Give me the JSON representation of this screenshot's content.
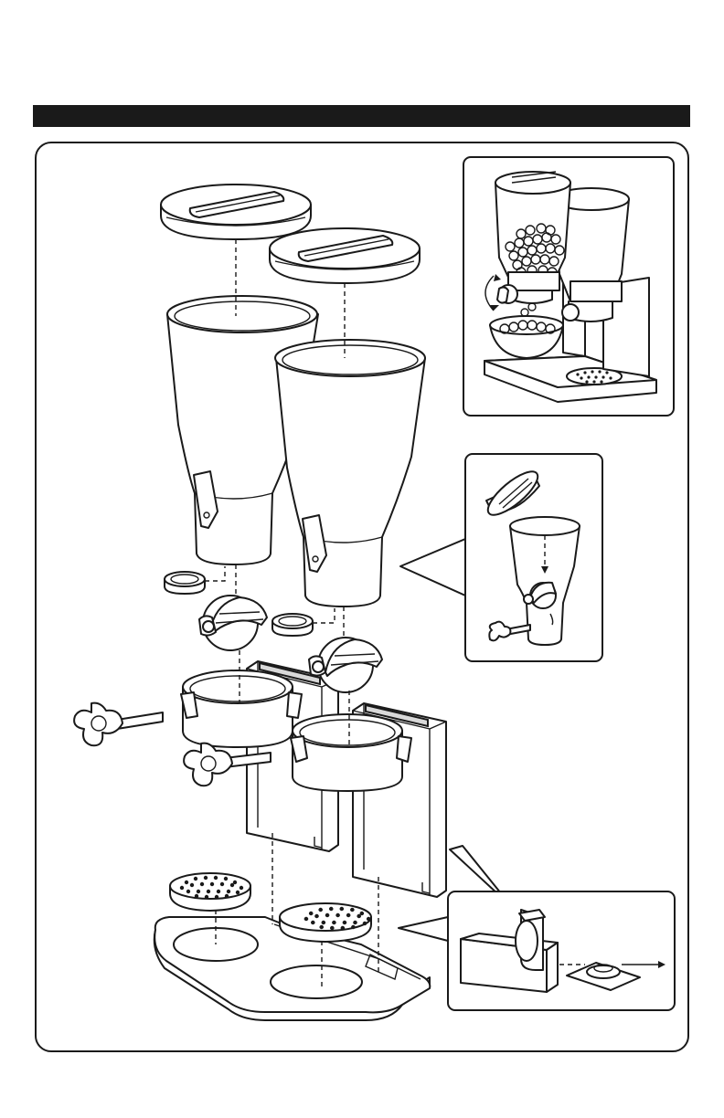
{
  "header": {
    "bar_color": "#1a1a1a"
  },
  "figure": {
    "parts": [
      "lid",
      "lid",
      "container",
      "container",
      "seal-ring",
      "seal-ring",
      "paddle-wheel",
      "paddle-wheel",
      "knob",
      "knob",
      "holder-ring",
      "holder-ring",
      "stand-upright",
      "stand-upright",
      "drip-tray",
      "drip-tray",
      "base"
    ],
    "insets": [
      "assembled-dispenser",
      "container-assembly",
      "tray-removal"
    ],
    "icons": [
      "rotate-arrow-icon",
      "pull-arrow-icon",
      "down-arrow-icon"
    ]
  }
}
